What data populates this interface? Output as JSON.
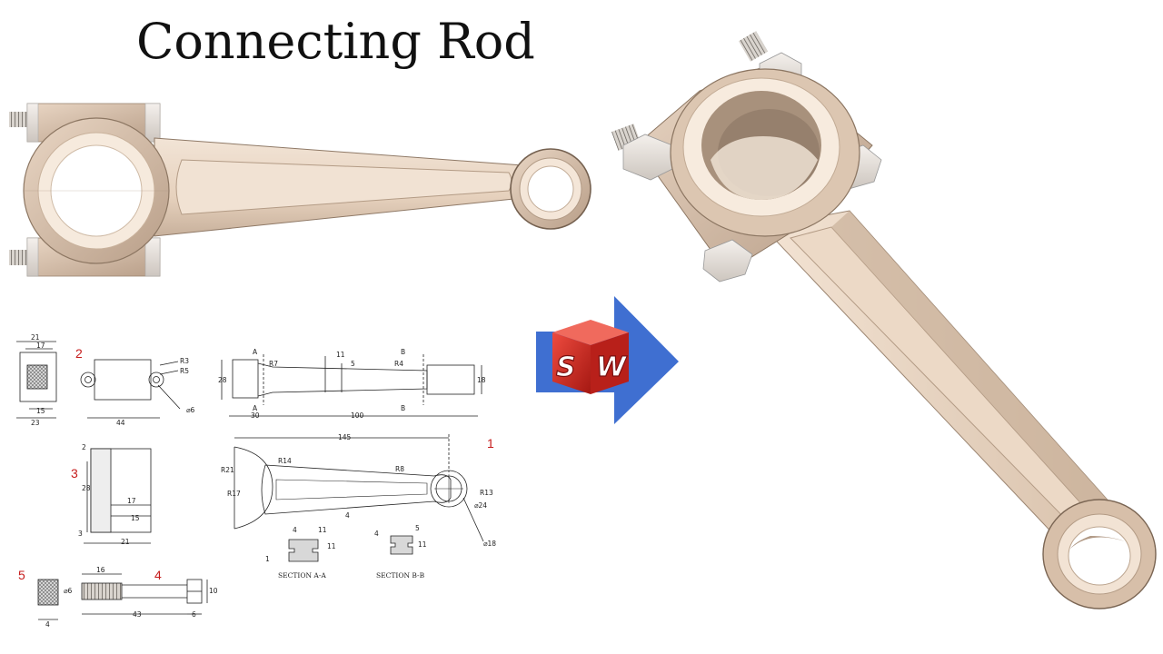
{
  "title": "Connecting Rod",
  "colors": {
    "rod": "#e9d6c4",
    "rod_shadow": "#bda58f",
    "bore": "#f8efe4",
    "arrow": "#3f6fd1",
    "logo_red": "#d32a24",
    "callout": "#c61c1c"
  },
  "logo": {
    "icon": "solidworks-logo-icon",
    "letter_1": "S",
    "letter_2": "W"
  },
  "drawing": {
    "callouts": [
      "1",
      "2",
      "3",
      "4",
      "5"
    ],
    "dims_view1": [
      "21",
      "17",
      "15",
      "23"
    ],
    "dims_view2": [
      "R3",
      "R5",
      "44",
      "⌀6"
    ],
    "dims_view3": [
      "2",
      "28",
      "17",
      "15",
      "3",
      "21"
    ],
    "dims_top": [
      "A",
      "A",
      "B",
      "B",
      "R7",
      "11",
      "5",
      "R4",
      "28",
      "18",
      "30",
      "100"
    ],
    "dims_plan": [
      "145",
      "R21",
      "R14",
      "R8",
      "R17",
      "R13",
      "⌀24",
      "4",
      "⌀18"
    ],
    "sections": {
      "a_dims": [
        "4",
        "11",
        "11",
        "1"
      ],
      "a_label": "SECTION A-A",
      "b_dims": [
        "4",
        "5",
        "11"
      ],
      "b_label": "SECTION B-B"
    },
    "dims_bolt": [
      "16",
      "⌀6",
      "10",
      "43",
      "6",
      "4"
    ]
  }
}
